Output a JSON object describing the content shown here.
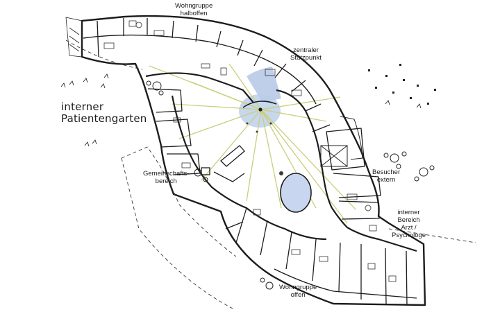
{
  "labels": {
    "wohngruppe_halboffen": [
      "Wohngruppe",
      "halboffen"
    ],
    "zentraler_stuetzpunkt": [
      "zentraler",
      "Stützpunkt"
    ],
    "interner_patientengarten": [
      "interner",
      "Patientengarten"
    ],
    "gemeinschaftsbereich": [
      "Gemeinschafts-",
      "bereich"
    ],
    "besucher_extern": [
      "Besucher",
      "extern"
    ],
    "interner_bereich": [
      "interner",
      "Bereich",
      "Arzt /",
      "Psychologe"
    ],
    "wohngruppe_offen": [
      "Wohngruppe",
      "offen"
    ]
  },
  "colors": {
    "walls": "#1c1c1c",
    "sightlines": "#c9cf7a",
    "station": "#a9bfe3",
    "pool": "#c8d6ef",
    "furniture": "#3a3a3a"
  }
}
